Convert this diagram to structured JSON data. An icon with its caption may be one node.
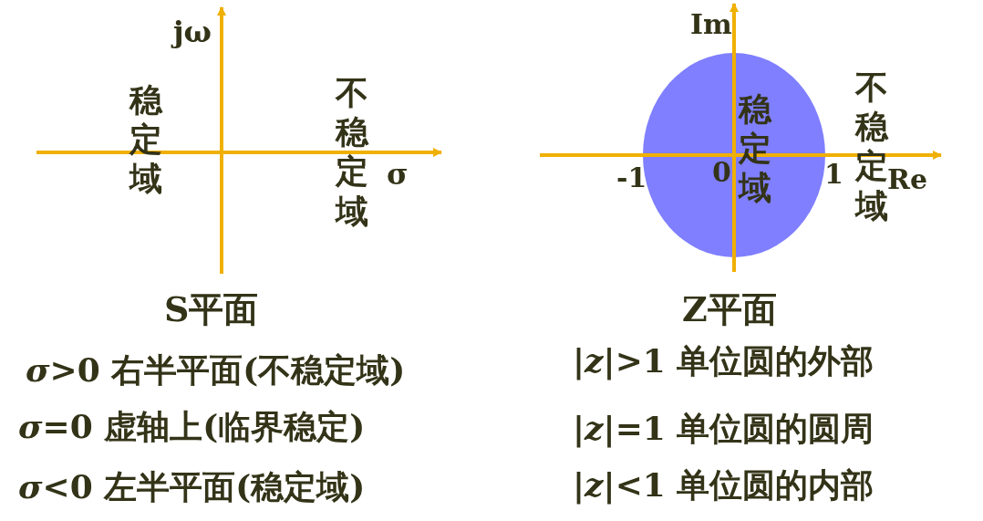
{
  "diagram": {
    "labels": [
      "jω",
      "稳定域",
      "不稳定域",
      "σ",
      "S平面",
      "Im",
      "-1",
      "0",
      "1",
      "Re",
      "稳定域",
      "不稳定域",
      "Z平面",
      "*σ*>0  右半平面(不稳定域)",
      "|*z*|>1  单位圆的外部",
      "*σ*=0  虚轴上(临界稳定)",
      "|*z*|=1  单位圆的圆周",
      "*σ*<0  左半平面(稳定域)",
      "|*z*|<1  单位圆的内部"
    ]
  }
}
